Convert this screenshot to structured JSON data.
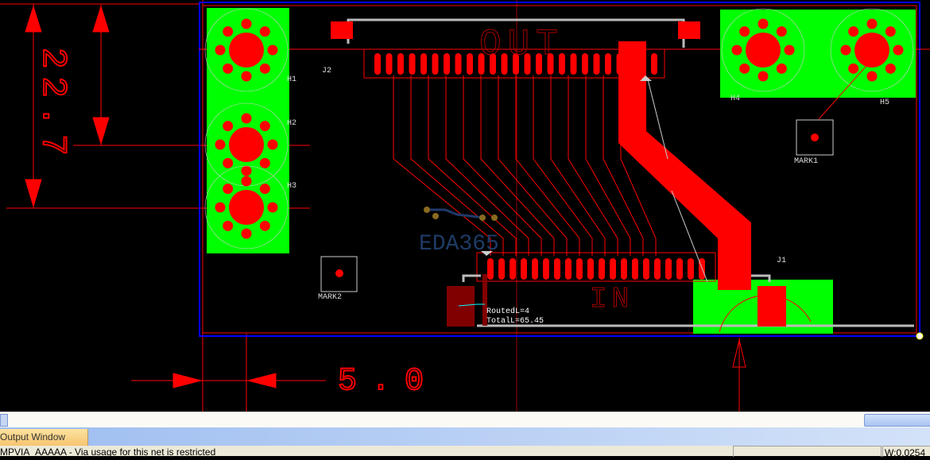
{
  "board": {
    "silk_top": "OUT",
    "silk_bottom": "IN",
    "logo": "EDA365",
    "dim_vertical": "22.7",
    "dim_horizontal": "5.0",
    "designators": [
      "H1",
      "H2",
      "H3",
      "H4",
      "H5",
      "J1",
      "J2",
      "MARK1",
      "MARK2"
    ],
    "routed_label": "RoutedL=4",
    "total_label": "TotalL=65.45",
    "colors": {
      "copper": "#ff0000",
      "plane": "#00ff00",
      "outline": "#0000ff",
      "background": "#000000",
      "dark_pad": "#800000"
    }
  },
  "output_window": {
    "tab_label": "Output Window"
  },
  "status_bar": {
    "message": "MPVIA_AAAAA - Via usage for this net is restricted",
    "width_readout": "W:0.0254"
  }
}
